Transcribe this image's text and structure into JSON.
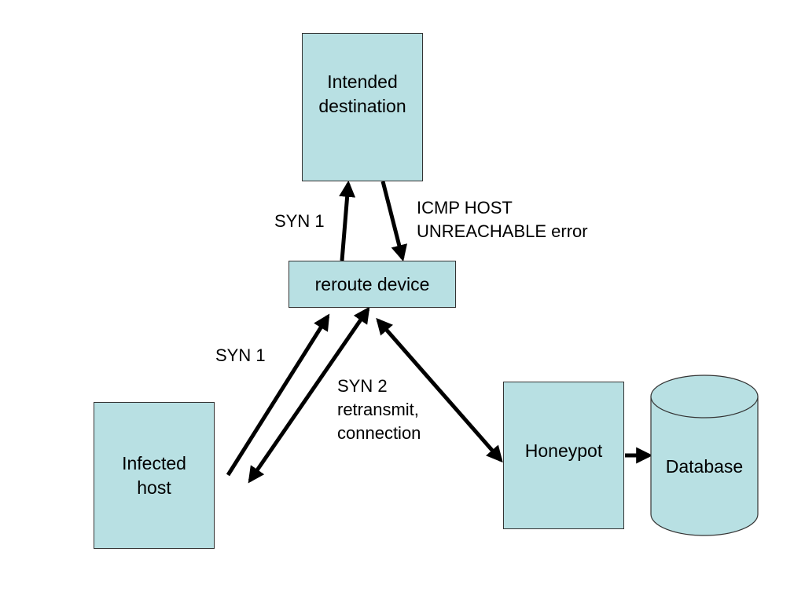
{
  "nodes": {
    "intended_destination": "Intended\ndestination",
    "reroute_device": "reroute device",
    "infected_host": "Infected\nhost",
    "honeypot": "Honeypot",
    "database": "Database"
  },
  "labels": {
    "syn1_upper": "SYN 1",
    "icmp_error": "ICMP HOST\nUNREACHABLE error",
    "syn1_lower": "SYN 1",
    "syn2": "SYN 2\nretransmit,\nconnection"
  },
  "colors": {
    "node_fill": "#b8e0e3",
    "node_border": "#333333",
    "arrow": "#000000"
  }
}
